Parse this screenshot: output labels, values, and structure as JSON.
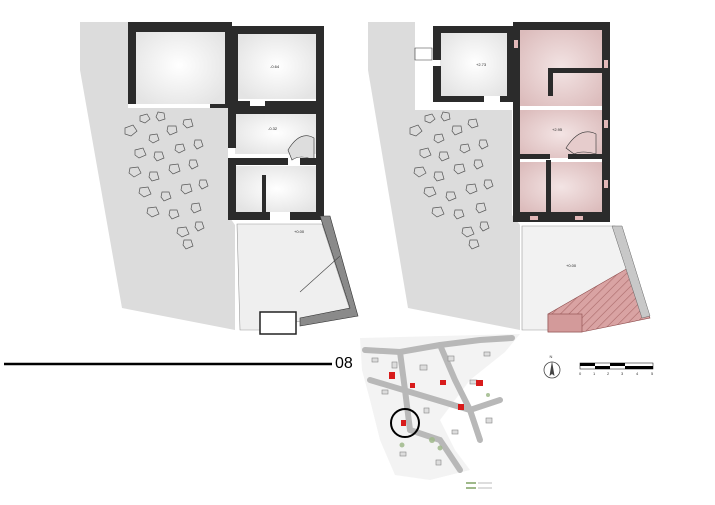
{
  "sheet": {
    "number": "08"
  },
  "plans": {
    "ground": {
      "levels": [
        "-0.64",
        "-0.32",
        "+0.00"
      ]
    },
    "upper": {
      "levels": [
        "+2.73",
        "+2.95",
        "+0.00"
      ]
    }
  },
  "north_arrow": {
    "label": "N"
  },
  "scale_bar": {
    "ticks": [
      "0",
      "1",
      "2",
      "3",
      "4",
      "5"
    ]
  },
  "colors": {
    "wall": "#2b2b2b",
    "terrain": "#dddddd",
    "room_floor": "#f4f4f4",
    "highlight_room": "#e8cfcf",
    "stair_red": "#c98a8a",
    "site_red": "#d81b1b"
  }
}
